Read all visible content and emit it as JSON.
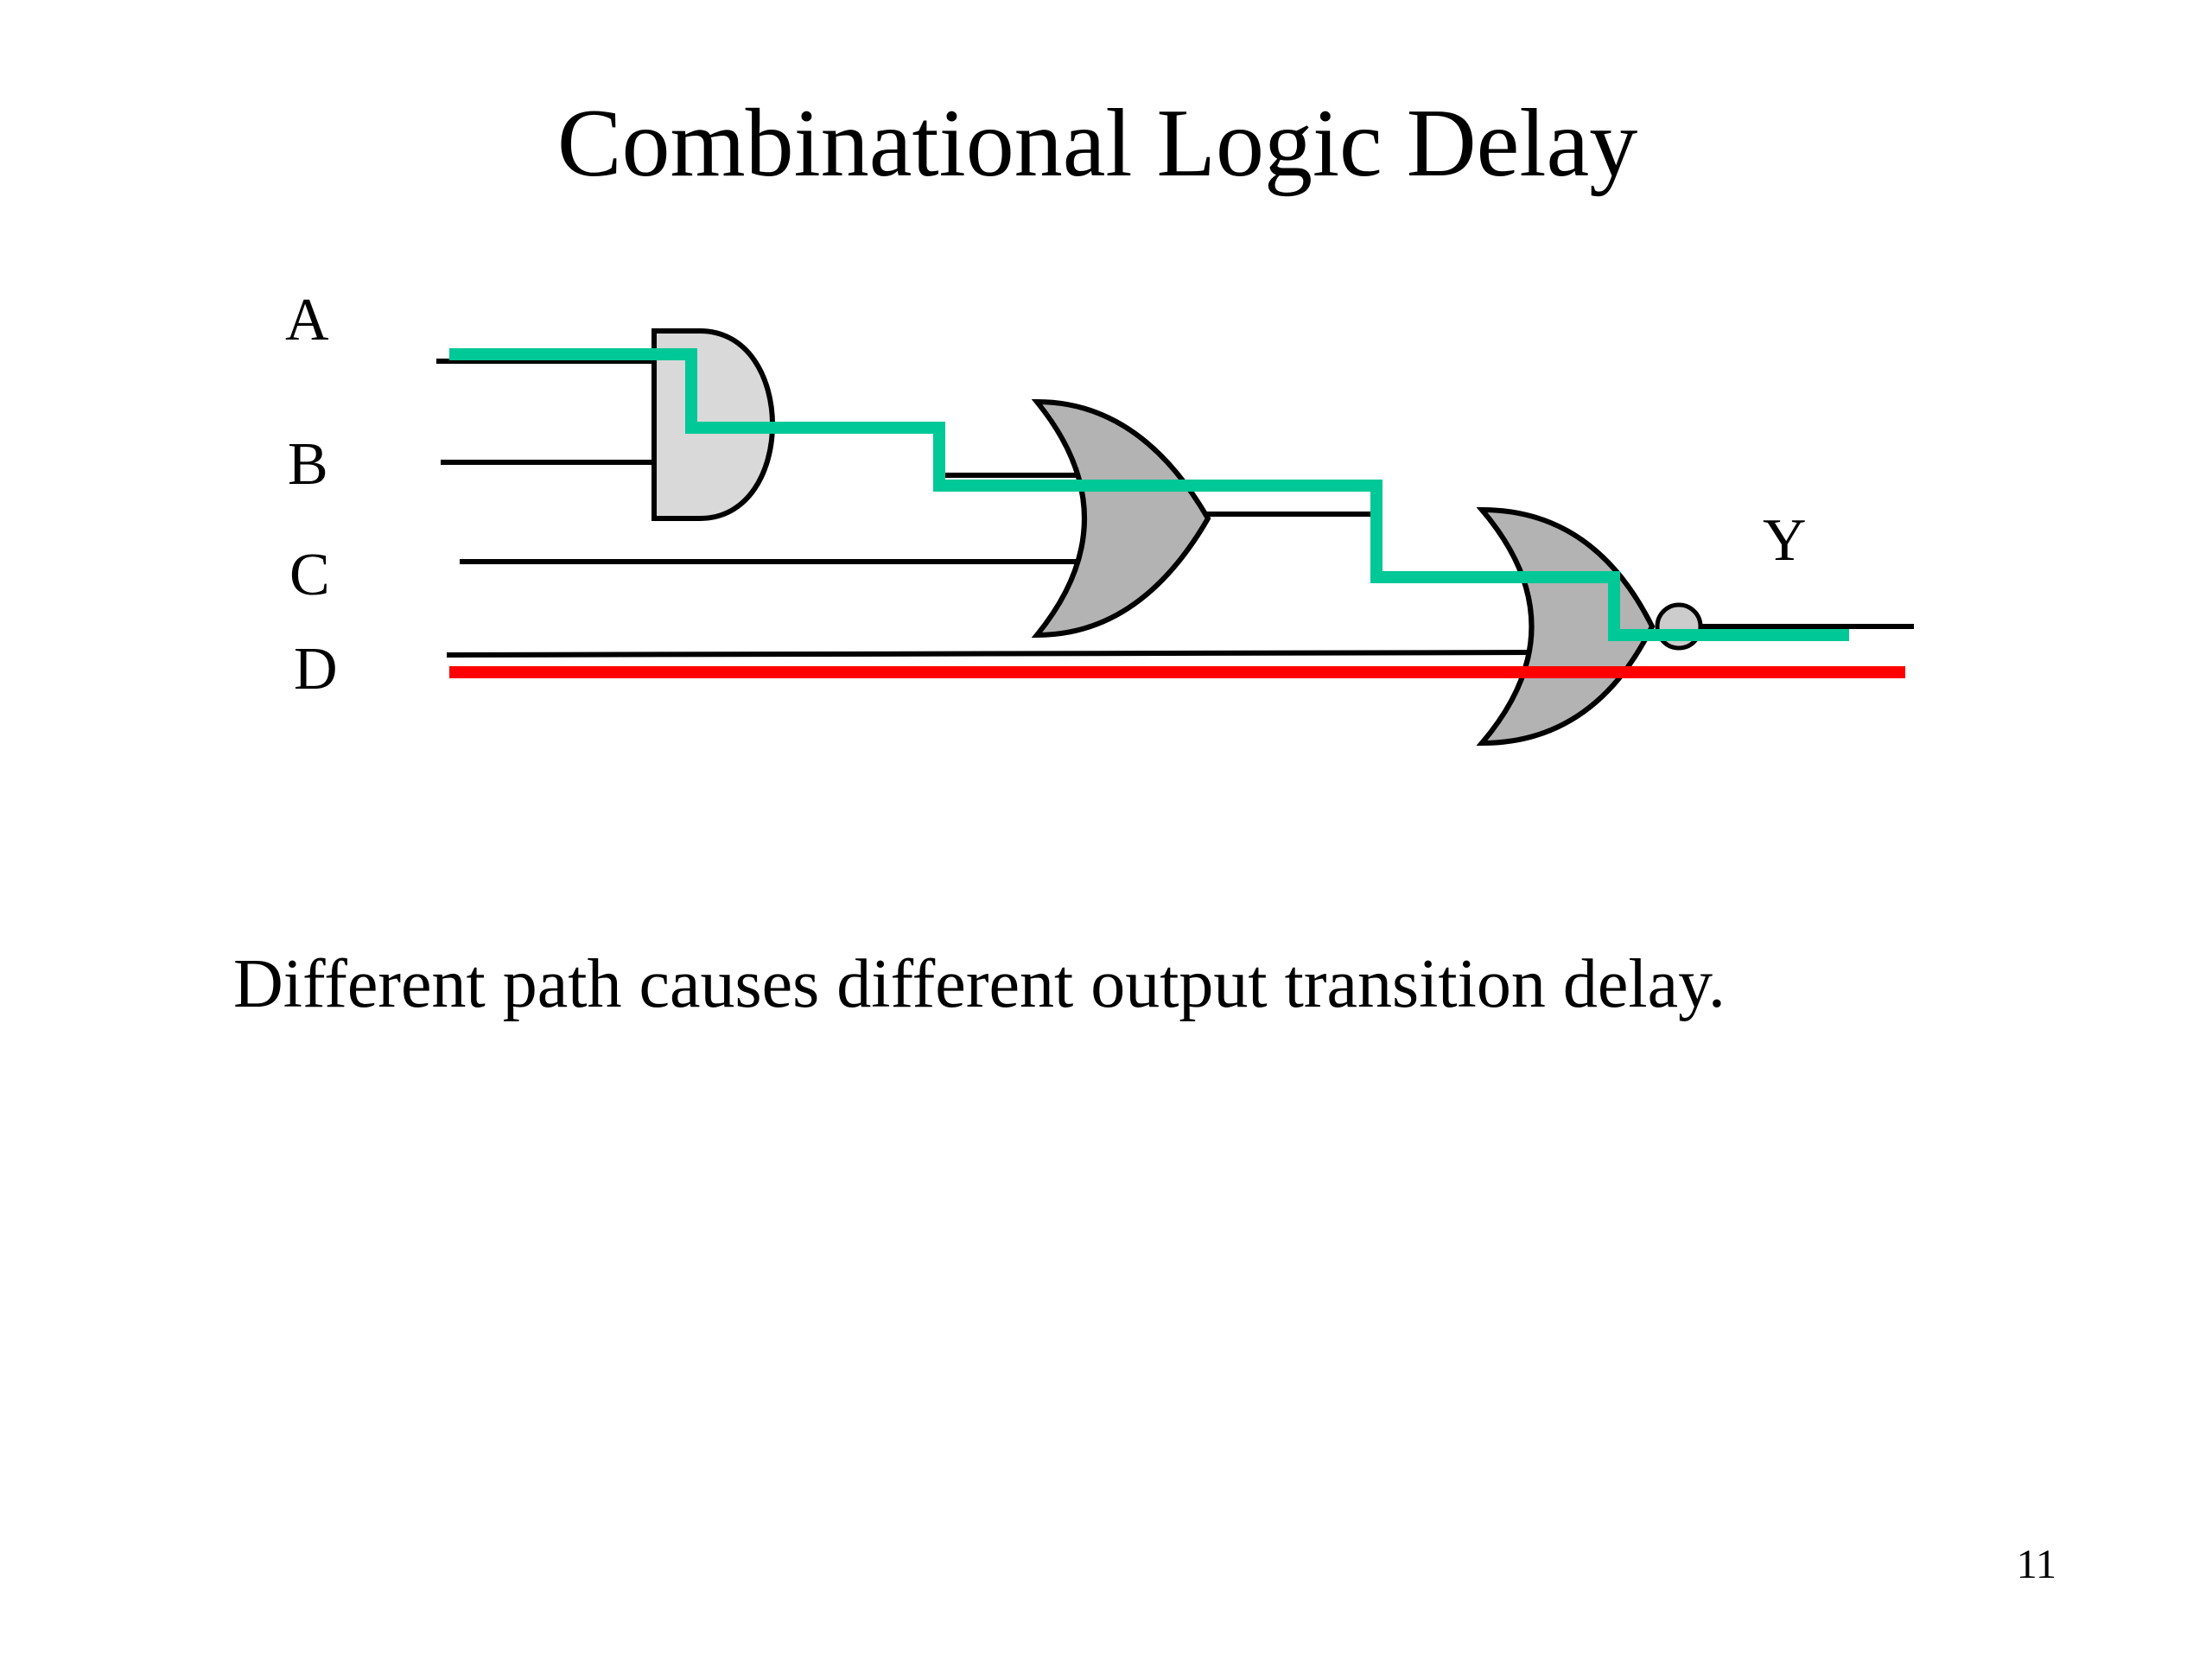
{
  "slide": {
    "title": "Combinational Logic Delay",
    "caption": "Different path causes different output transition delay.",
    "page_number": "11"
  },
  "diagram": {
    "inputs": [
      {
        "id": "A",
        "label": "A"
      },
      {
        "id": "B",
        "label": "B"
      },
      {
        "id": "C",
        "label": "C"
      },
      {
        "id": "D",
        "label": "D"
      }
    ],
    "output": {
      "id": "Y",
      "label": "Y"
    },
    "gates": [
      {
        "id": "g1",
        "type": "AND",
        "inputs": [
          "A",
          "B"
        ]
      },
      {
        "id": "g2",
        "type": "OR",
        "inputs": [
          "g1",
          "C"
        ]
      },
      {
        "id": "g3",
        "type": "NOR",
        "inputs": [
          "g2",
          "D"
        ],
        "output": "Y"
      }
    ],
    "paths": [
      {
        "id": "long-path",
        "route": [
          "A",
          "g1",
          "g2",
          "g3",
          "Y"
        ],
        "color": "#00c896"
      },
      {
        "id": "short-path",
        "route": [
          "D",
          "g3",
          "Y"
        ],
        "color": "#ff0000"
      }
    ],
    "colors": {
      "wire": "#000000",
      "and_gate_fill": "#d9d9d9",
      "or_gate_fill": "#b3b3b3"
    }
  }
}
